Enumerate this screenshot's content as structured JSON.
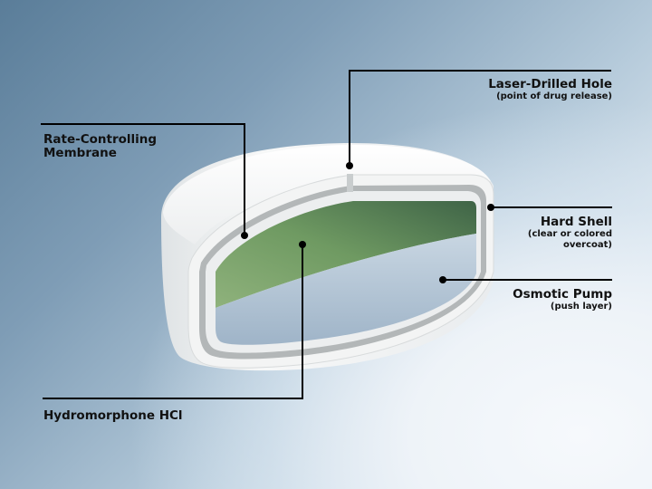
{
  "diagram": {
    "subject": "Osmotic-release tablet cross-section",
    "colors": {
      "drug_layer": "#7ea56c",
      "push_layer": "#b9c9d8",
      "shell": "#f4f5f5",
      "membrane": "#a9adae",
      "leader_line": "#000000"
    },
    "labels": {
      "laser_hole": {
        "title": "Laser-Drilled Hole",
        "subtitle": "(point of drug release)"
      },
      "membrane": {
        "title_line1": "Rate-Controlling",
        "title_line2": "Membrane"
      },
      "hard_shell": {
        "title": "Hard Shell",
        "subtitle_line1": "(clear or colored",
        "subtitle_line2": "overcoat)"
      },
      "osmotic_pump": {
        "title": "Osmotic Pump",
        "subtitle": "(push layer)"
      },
      "drug": {
        "title": "Hydromorphone HCl"
      }
    }
  }
}
